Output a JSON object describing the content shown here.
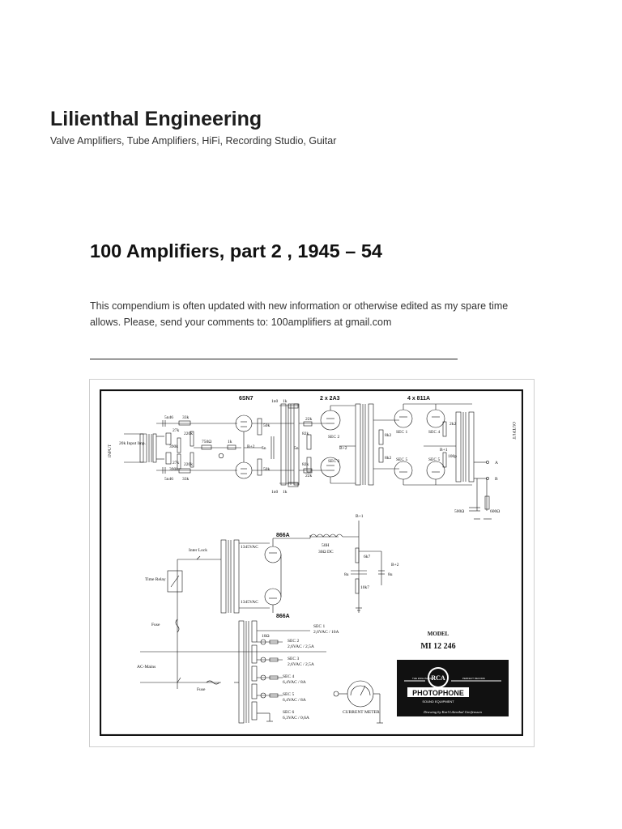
{
  "site": {
    "title": "Lilienthal Engineering",
    "tagline": "Valve Amplifiers, Tube Amplifiers, HiFi, Recording Studio, Guitar"
  },
  "post": {
    "title": "100 Amplifiers, part 2 , 1945 – 54",
    "intro": "This compendium is often updated with new information or otherwise edited as my spare time allows. Please, send your comments to: 100amplifiers at gmail.com"
  },
  "schematic": {
    "tube_labels": {
      "driver": "6SN7",
      "driver_out": "2 x 2A3",
      "output": "4 x 811A",
      "rectifier_top": "866A",
      "rectifier_bottom": "866A"
    },
    "input": {
      "label": "INPUT",
      "impedance": "20k Input Imp."
    },
    "output": {
      "label": "OUTPUT",
      "tap_a": "A",
      "tap_b": "B"
    },
    "components": {
      "c1": "5n46",
      "c2": "5n46",
      "r_33k_top": "33k",
      "r_33k_bottom": "33k",
      "r_27k_top": "27k",
      "r_27k_bottom": "27k",
      "r_390k_top": "390k",
      "r_390k_bottom": "390k",
      "r_220k_top": "220k",
      "r_220k_bottom": "220k",
      "r_750": "750Ω",
      "r_1k": "1k",
      "r_50k_top": "50k",
      "r_50k_bottom": "50k",
      "c_1n0_top": "1n0",
      "c_1n0_bottom": "1n0",
      "r_1k_top": "1k",
      "r_1k_bottom": "1k",
      "r_22k_top": "22k",
      "r_22k_bottom": "22k",
      "r_82k_top": "82k",
      "r_82k_bottom": "82k",
      "r_5n_top": "5n",
      "r_5n_bottom": "5n",
      "r_8k2_top": "8k2",
      "r_8k2_bottom": "8k2",
      "r_2k2": "2k2",
      "c_100p": "100p",
      "r_500": "500Ω",
      "r_600": "600Ω",
      "choke": "50H",
      "choke_spec": "30Ω DC",
      "r_6k7": "6k7",
      "r_10k7": "10k7",
      "c_8u_left": "8u",
      "c_8u_right": "8u",
      "hv_top": "1345VAC",
      "hv_bottom": "1345VAC",
      "r_10_sec1": "10Ω"
    },
    "rails": {
      "b1": "B+1",
      "b1_output": "B+1",
      "b1_supply": "B+1",
      "b2": "B+2",
      "b2_driver": "B+2",
      "b2_supply": "B+2"
    },
    "secondaries": {
      "sec_2_top": "SEC 2",
      "sec_3_top": "SEC 3",
      "sec_1_out": "SEC 1",
      "sec_4_out": "SEC 4",
      "sec_5_out_left": "SEC 5",
      "sec_5_out_right": "SEC 5",
      "sec1": "SEC 1",
      "sec1_spec": "2,6VAC / 10A",
      "sec2": "SEC 2",
      "sec2_spec": "2,6VAC / 2,5A",
      "sec3": "SEC 3",
      "sec3_spec": "2,6VAC / 2,5A",
      "sec4": "SEC 4",
      "sec4_spec": "6,4VAC / 8A",
      "sec5": "SEC 5",
      "sec5_spec": "6,4VAC / 8A",
      "sec6": "SEC 6",
      "sec6_spec": "6,3VAC / 0,6A"
    },
    "misc": {
      "interlock": "Inter Lock",
      "time_relay": "Time Relay",
      "fuse_left": "Fuse",
      "fuse_bottom": "Fuse",
      "ac_mains": "AC-Mains",
      "current_meter": "CURRENT METER"
    },
    "model": {
      "label": "MODEL",
      "number": "MI 12 246"
    },
    "logo": {
      "brand": "RCA",
      "product": "PHOTOPHONE",
      "band_left": "THE ENGLISH OF",
      "band_right": "PERFECT RECORD",
      "sub": "SOUND EQUIPMENT",
      "credit": "Drawing by Karl Lilienthal Greifenssen"
    }
  }
}
